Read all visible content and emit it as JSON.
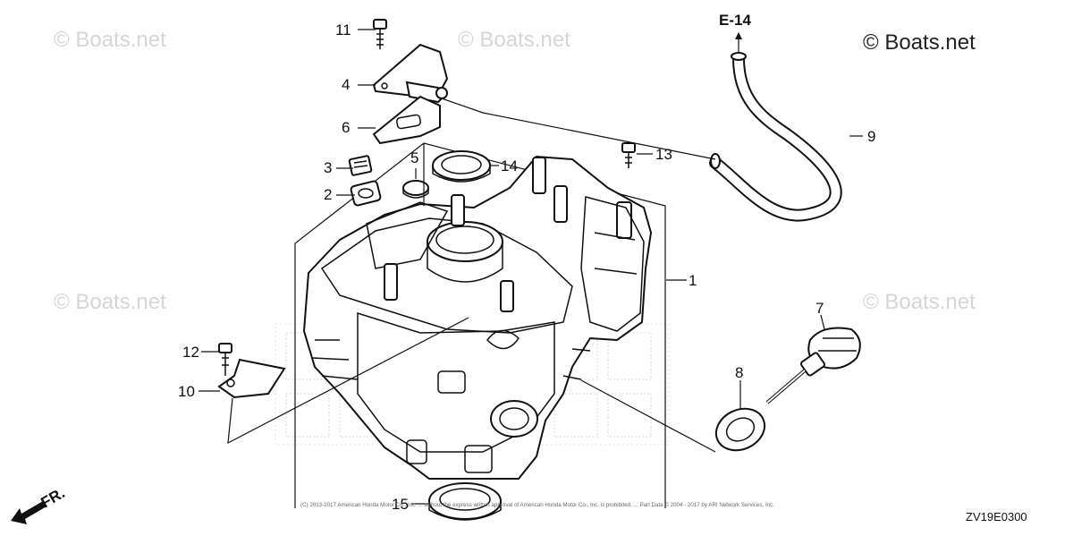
{
  "diagram": {
    "section_ref": "E-14",
    "drawing_code": "ZV19E0300",
    "direction_label": "FR.",
    "watermark": "© Boats.net",
    "watermark_main": "© Boats.net",
    "copyright_line": "(C) 2013-2017 American Honda Motor Co., Inc. ... without the express written approval of American Honda Motor Co., Inc. is prohibited. ... Part Data © 2004 - 2017 by ARI Network Services, Inc.",
    "callouts": [
      "1",
      "2",
      "3",
      "4",
      "5",
      "6",
      "7",
      "8",
      "9",
      "10",
      "11",
      "12",
      "13",
      "14",
      "15"
    ]
  }
}
